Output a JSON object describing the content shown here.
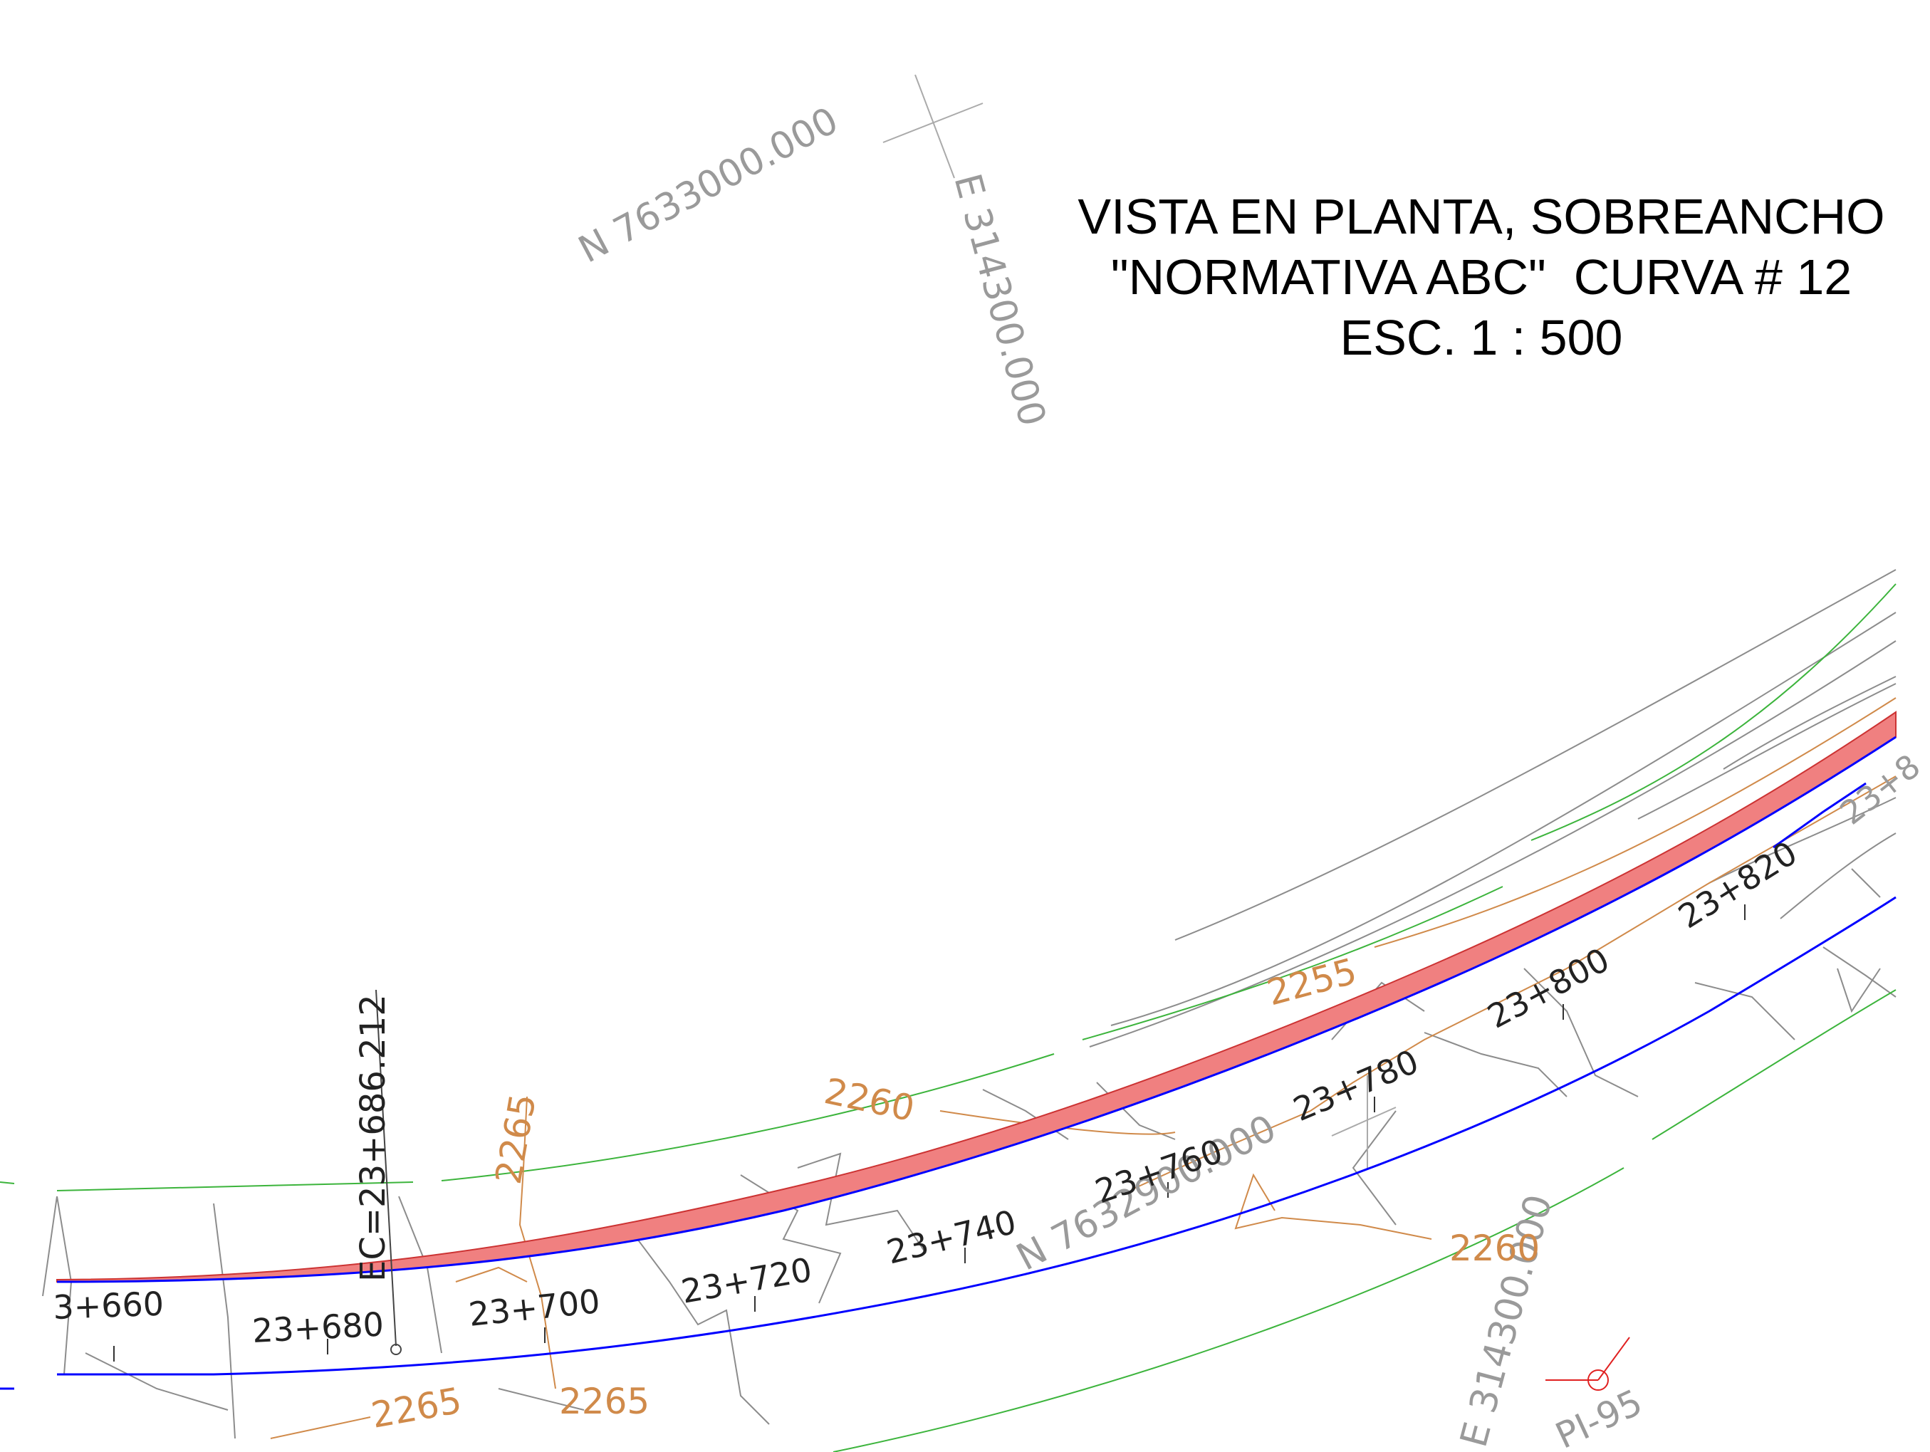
{
  "title": {
    "line1": "VISTA EN PLANTA, SOBREANCHO",
    "line2": "\"NORMATIVA ABC\"  CURVA # 12",
    "line3": "ESC. 1 : 500"
  },
  "coordinates": {
    "north_top": "N 7633000.000",
    "east_top": "E 314300.000",
    "north_bottom": "N 7632900.000",
    "east_bottom": "E 314300.000"
  },
  "stations": [
    "3+660",
    "23+680",
    "23+700",
    "23+720",
    "23+740",
    "23+760",
    "23+780",
    "23+800",
    "23+820",
    "23+8"
  ],
  "curve_marker": "EC=23+686.212",
  "contours": [
    "2255",
    "2260",
    "2265",
    "2260",
    "2265",
    "2265"
  ],
  "point_label": "PI-95",
  "colors": {
    "roadway": "#0000ff",
    "widening_fill": "#f08080",
    "contour": "#d08a4a",
    "offset_lines": "#3cb43c",
    "terrain": "#8c8c8c",
    "grid": "#aaaaaa"
  }
}
